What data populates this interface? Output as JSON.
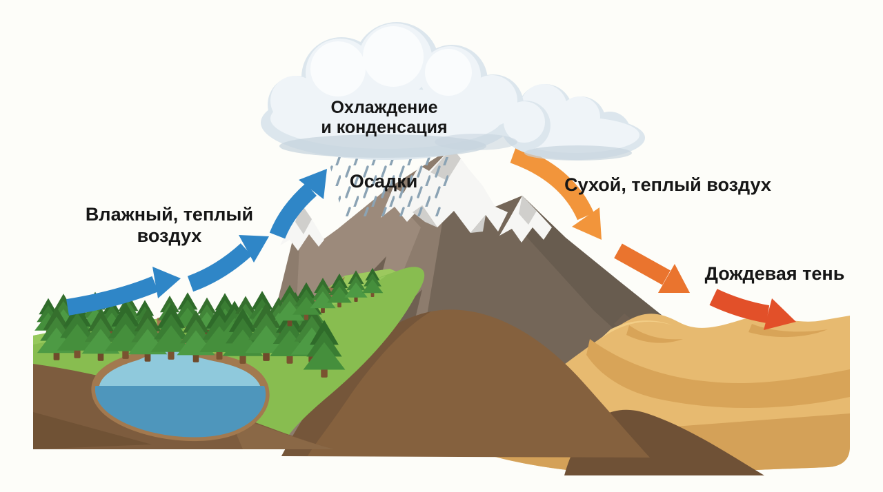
{
  "diagram": {
    "labels": {
      "cooling": {
        "line1": "Охлаждение",
        "line2": "и конденсация"
      },
      "precipitation": "Осадки",
      "moist_air": "Влажный, теплый воздух",
      "dry_air": "Сухой, теплый воздух",
      "rain_shadow": "Дождевая тень"
    },
    "colors": {
      "background": "#fdfdf9",
      "label_text": "#161616",
      "moist_air_arrows": "#2f86c7",
      "dry_air_arrow_upper": "#f2953b",
      "dry_air_arrow_lower": "#ea742e",
      "rain_shadow_arrow": "#e25029",
      "cloud": "#dce6ed",
      "rain": "#8ba3b4",
      "mountain_rock": "#8d7c6d",
      "mountain_shadow": "#746658",
      "snow": "#f6f6f4",
      "forest_green": "#7db24a",
      "grass_green": "#88bd50",
      "lake_blue_light": "#8fc9dc",
      "lake_blue_deep": "#4e96bc",
      "soil_brown": "#7d5c3e",
      "desert_sand": "#e7ba70",
      "desert_shadow": "#d8a458"
    },
    "icons": {
      "cloud": "cloud-icon",
      "rain": "rain-icon",
      "mountain": "mountain-icon",
      "snow_cap": "snow-cap-icon",
      "tree": "pine-tree-icon",
      "lake": "lake-icon",
      "desert": "desert-icon",
      "moist_arrow": "arrow-up-right-icon",
      "dry_arrow": "arrow-down-right-icon"
    }
  }
}
